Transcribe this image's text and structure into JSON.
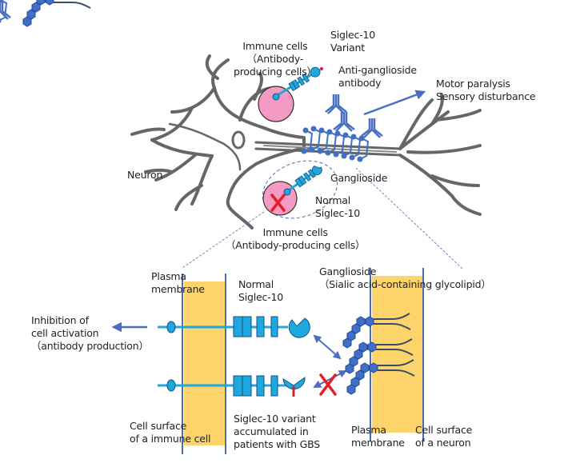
{
  "colors": {
    "neuron": "#606060",
    "immune_cell": "#f49ac4",
    "siglec": "#1ea8e0",
    "ganglioside": "#3f6fc6",
    "membrane_fill": "#fcd46a",
    "membrane_line": "#4a6fae",
    "arrow": "#4a6fc0",
    "cross": "#e31f26",
    "variant_mark": "#d42027"
  },
  "top": {
    "immune_cells_variant": [
      "Immune cells",
      "（Antibody-",
      "producing cells）"
    ],
    "siglec10_variant": [
      "Siglec-10",
      "Variant"
    ],
    "anti_ganglioside_antibody": [
      "Anti-ganglioside",
      "antibody"
    ],
    "symptoms": [
      "Motor paralysis",
      "Sensory disturbance"
    ],
    "neuron": "Neuron",
    "ganglioside": "Ganglioside",
    "normal_siglec10": [
      "Normal",
      "Siglec-10"
    ],
    "immune_cells_normal": [
      "Immune cells",
      "（Antibody-producing cells）"
    ]
  },
  "bottom": {
    "plasma_membrane_left": [
      "Plasma",
      "membrane"
    ],
    "normal_siglec10": [
      "Normal",
      "Siglec-10"
    ],
    "ganglioside": [
      "Ganglioside",
      "（Sialic acid-containing glycolipid）"
    ],
    "inhibition": [
      "Inhibition of",
      "cell activation",
      "（antibody production）"
    ],
    "cell_surface_immune": [
      "Cell surface",
      "of a immune cell"
    ],
    "siglec10_variant_note": [
      "Siglec-10 variant",
      "accumulated in",
      "patients with GBS"
    ],
    "plasma_membrane_right": [
      "Plasma",
      "membrane"
    ],
    "cell_surface_neuron": [
      "Cell surface",
      "of a neuron"
    ]
  }
}
